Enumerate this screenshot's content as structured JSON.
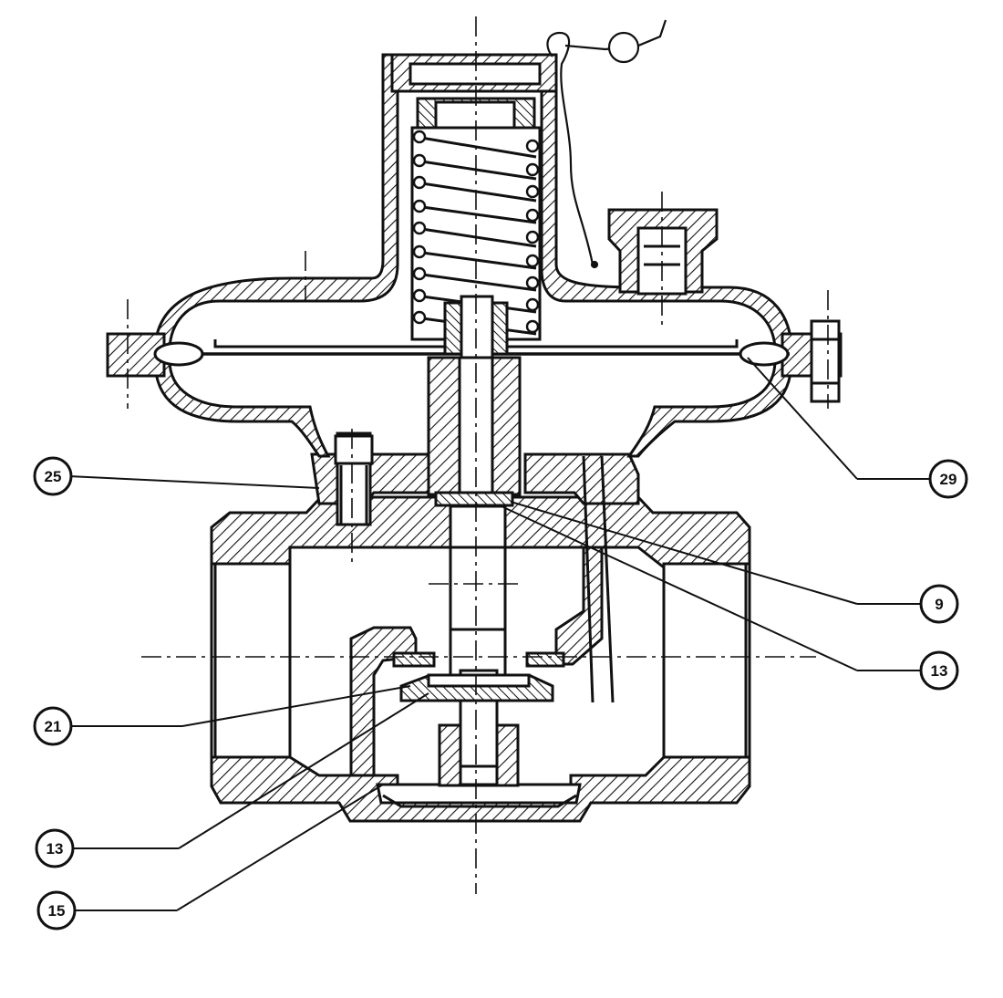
{
  "colors": {
    "ink": "#111111",
    "paper": "#ffffff"
  },
  "callouts": [
    {
      "id": "c25",
      "label": "25"
    },
    {
      "id": "c29",
      "label": "29"
    },
    {
      "id": "c9",
      "label": "9"
    },
    {
      "id": "c13a",
      "label": "13"
    },
    {
      "id": "c21",
      "label": "21"
    },
    {
      "id": "c13b",
      "label": "13"
    },
    {
      "id": "c15",
      "label": "15"
    }
  ]
}
